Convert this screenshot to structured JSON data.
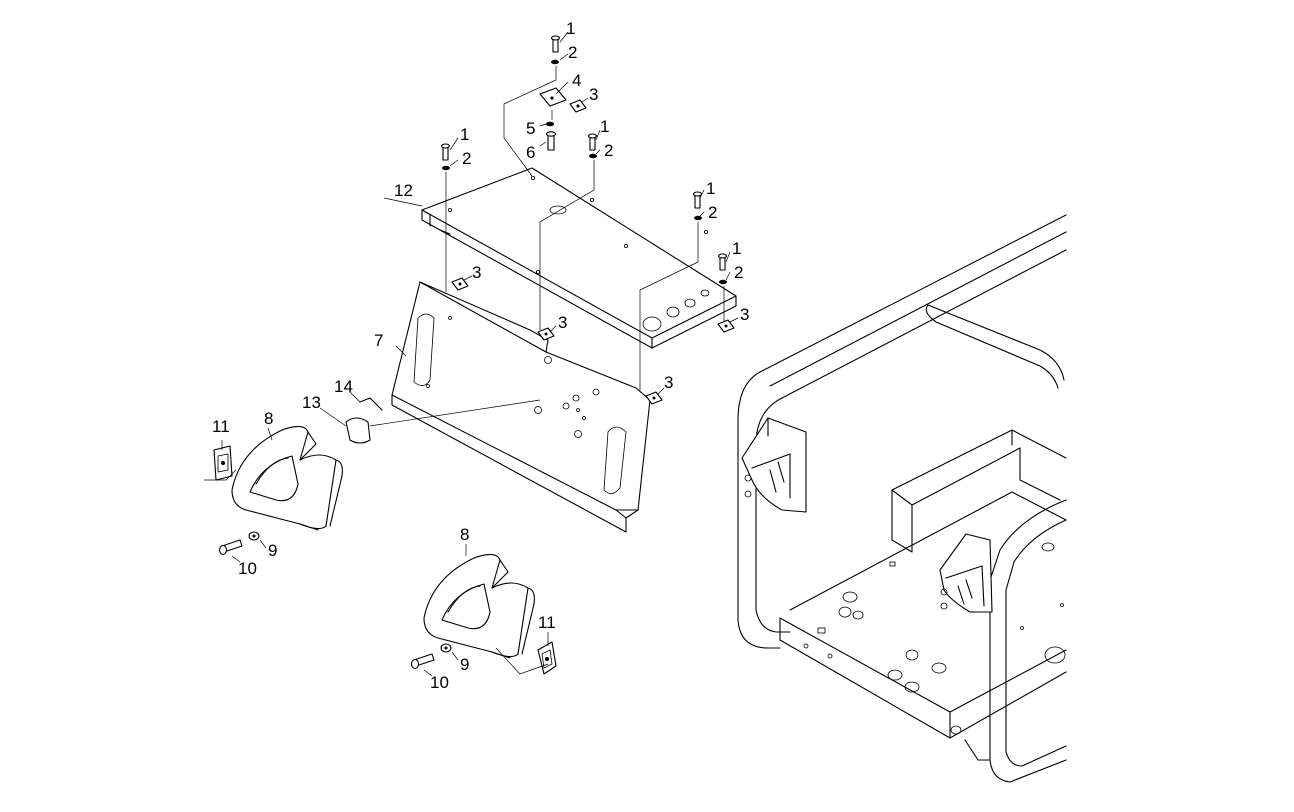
{
  "callouts": {
    "c1a": "1",
    "c2a": "2",
    "c4": "4",
    "c3a": "3",
    "c5": "5",
    "c6": "6",
    "c1b": "1",
    "c2b": "2",
    "c1c": "1",
    "c2c": "2",
    "c12": "12",
    "c1d": "1",
    "c2d": "2",
    "c1e": "1",
    "c2e": "2",
    "c3b": "3",
    "c3c": "3",
    "c3d": "3",
    "c3e": "3",
    "c7": "7",
    "c14": "14",
    "c13": "13",
    "c11a": "11",
    "c8a": "8",
    "c9a": "9",
    "c10a": "10",
    "c8b": "8",
    "c11b": "11",
    "c9b": "9",
    "c10b": "10"
  }
}
